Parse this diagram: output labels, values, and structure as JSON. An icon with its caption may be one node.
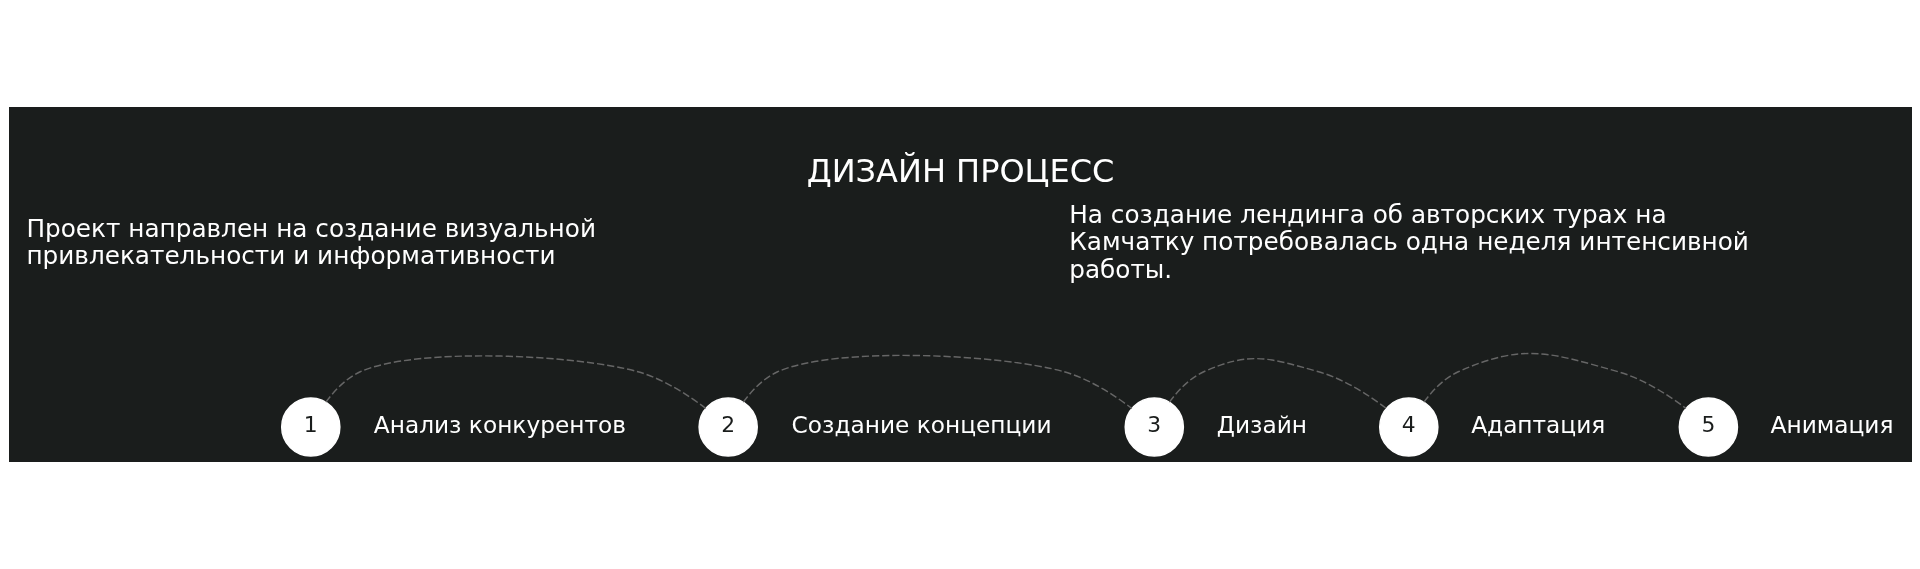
{
  "diagram": {
    "title": "ДИЗАЙН ПРОЦЕСС",
    "nodes": [
      {
        "text": [
          "1"
        ],
        "beside": [
          "Анализ конкурентов"
        ]
      },
      {
        "text": [
          "2"
        ],
        "beside": [
          "Создание концепции"
        ]
      },
      {
        "text": [
          "3"
        ],
        "beside": [
          "Дизайн"
        ]
      },
      {
        "text": [
          "4"
        ],
        "beside": [
          "Адаптация"
        ]
      },
      {
        "text": [
          "5"
        ],
        "beside": [
          "Анимация"
        ]
      }
    ],
    "edges": [
      {
        "from": 0,
        "to": 1,
        "arrow": "none",
        "style": "dashed"
      },
      {
        "from": 1,
        "to": 2,
        "arrow": "none",
        "style": "dashed"
      },
      {
        "from": 2,
        "to": 3,
        "arrow": "none",
        "style": "dashed"
      },
      {
        "from": 3,
        "to": 4,
        "arrow": "none",
        "style": "dashed"
      }
    ],
    "labels": [
      "Проект направлен на создание визуальной привлекательности и информативности",
      "На создание лендинга об авторских турах на Камчатку потребовалась одна неделя интенсивной работы."
    ]
  }
}
